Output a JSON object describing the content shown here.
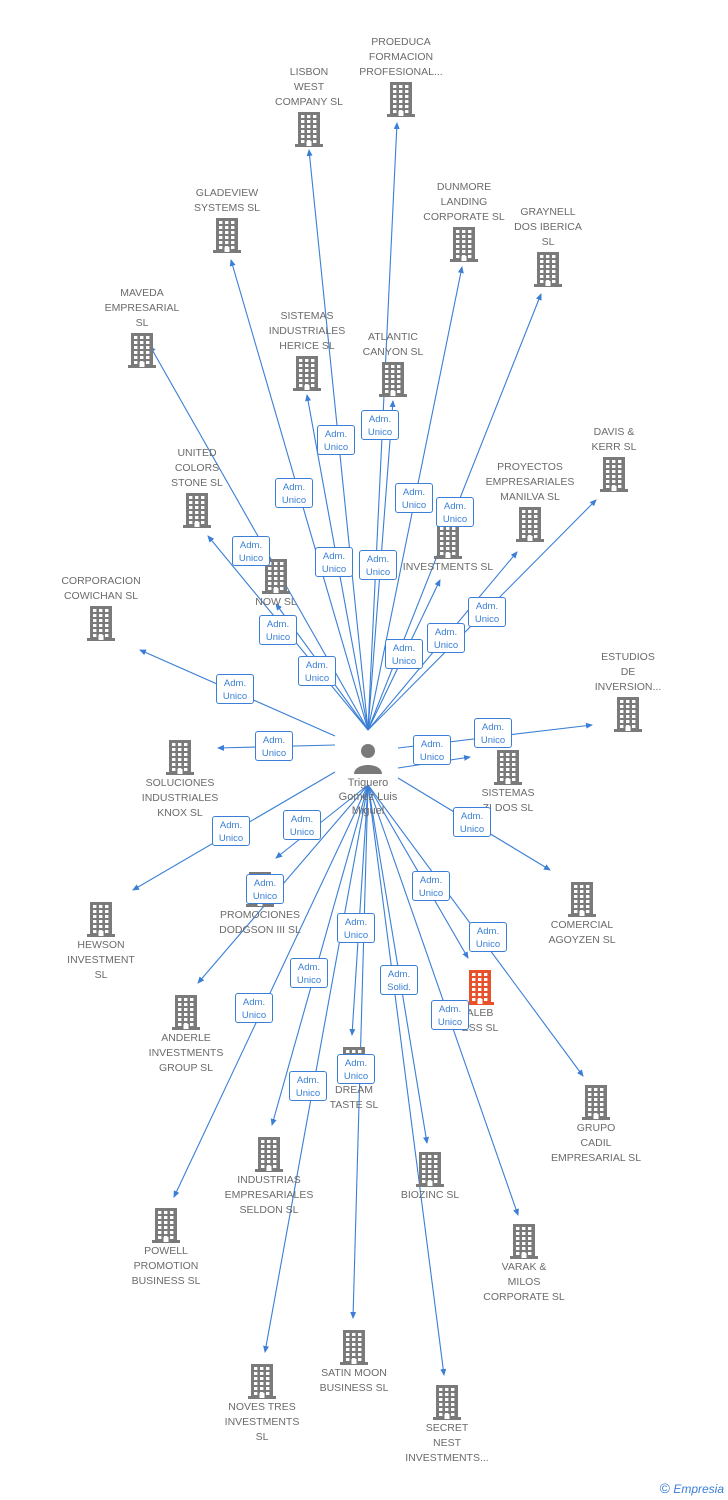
{
  "center": {
    "label": "Triguero\nGomez Luis\nMiguel",
    "icon": "person-icon"
  },
  "colors": {
    "edge": "#3a7fd5",
    "building": "#7a7a7a",
    "highlight": "#e8522a",
    "text": "#6b6b6b"
  },
  "footer": {
    "copyright": "©",
    "brand": "Empresia"
  },
  "companies": [
    {
      "id": "proeduca",
      "label": "PROEDUCA\nFORMACION\nPROFESIONAL..."
    },
    {
      "id": "lisbon",
      "label": "LISBON\nWEST\nCOMPANY SL"
    },
    {
      "id": "dunmore",
      "label": "DUNMORE\nLANDING\nCORPORATE SL"
    },
    {
      "id": "graynell",
      "label": "GRAYNELL\nDOS IBERICA\nSL"
    },
    {
      "id": "gladeview",
      "label": "GLADEVIEW\nSYSTEMS SL"
    },
    {
      "id": "maveda",
      "label": "MAVEDA\nEMPRESARIAL\nSL"
    },
    {
      "id": "sistemas_herice",
      "label": "SISTEMAS\nINDUSTRIALES\nHERICE SL"
    },
    {
      "id": "atlantic",
      "label": "ATLANTIC\nCANYON SL"
    },
    {
      "id": "davis",
      "label": "DAVIS &\nKERR SL"
    },
    {
      "id": "proyectos",
      "label": "PROYECTOS\nEMPRESARIALES\nMANILVA SL"
    },
    {
      "id": "united",
      "label": "UNITED\nCOLORS\nSTONE SL"
    },
    {
      "id": "investments3",
      "label": "INVESTMENTS SL"
    },
    {
      "id": "now",
      "label": "NOW SL"
    },
    {
      "id": "cowichan",
      "label": "CORPORACION\nCOWICHAN SL"
    },
    {
      "id": "estudios",
      "label": "ESTUDIOS\nDE\nINVERSION..."
    },
    {
      "id": "soluciones",
      "label": "SOLUCIONES\nINDUSTRIALES\nKNOX SL"
    },
    {
      "id": "sistemas2",
      "label": "SISTEMAS\nZI DOS SL"
    },
    {
      "id": "comercial",
      "label": "COMERCIAL\nAGOYZEN SL"
    },
    {
      "id": "hewson",
      "label": "HEWSON\nINVESTMENT\nSL"
    },
    {
      "id": "promociones",
      "label": "PROMOCIONES\nDODGSON III SL"
    },
    {
      "id": "caleb",
      "label": "ALEB\nESS SL"
    },
    {
      "id": "anderle",
      "label": "ANDERLE\nINVESTMENTS\nGROUP SL"
    },
    {
      "id": "dream",
      "label": "DREAM\nTASTE SL"
    },
    {
      "id": "grupo",
      "label": "GRUPO\nCADIL\nEMPRESARIAL SL"
    },
    {
      "id": "industrias",
      "label": "INDUSTRIAS\nEMPRESARIALES\nSELDON SL"
    },
    {
      "id": "biozinc",
      "label": "BIOZINC SL"
    },
    {
      "id": "powell",
      "label": "POWELL\nPROMOTION\nBUSINESS SL"
    },
    {
      "id": "varak",
      "label": "VARAK &\nMILOS\nCORPORATE SL"
    },
    {
      "id": "satin",
      "label": "SATIN MOON\nBUSINESS SL"
    },
    {
      "id": "noves",
      "label": "NOVES TRES\nINVESTMENTS\nSL"
    },
    {
      "id": "secret",
      "label": "SECRET\nNEST\nINVESTMENTS..."
    }
  ],
  "badges": [
    {
      "l1": "Adm.",
      "l2": "Unico"
    },
    {
      "l1": "Adm.",
      "l2": "Unico"
    },
    {
      "l1": "Adm.",
      "l2": "Unico"
    },
    {
      "l1": "Adm.",
      "l2": "Unico"
    },
    {
      "l1": "Adm.",
      "l2": "Unico"
    },
    {
      "l1": "Adm.",
      "l2": "Unico"
    },
    {
      "l1": "Adm.",
      "l2": "Unico"
    },
    {
      "l1": "Adm.",
      "l2": "Unico"
    },
    {
      "l1": "Adm.",
      "l2": "Unico"
    },
    {
      "l1": "Adm.",
      "l2": "Unico"
    },
    {
      "l1": "Adm.",
      "l2": "Unico"
    },
    {
      "l1": "Adm.",
      "l2": "Unico"
    },
    {
      "l1": "Adm.",
      "l2": "Unico"
    },
    {
      "l1": "Adm.",
      "l2": "Unico"
    },
    {
      "l1": "Adm.",
      "l2": "Unico"
    },
    {
      "l1": "Adm.",
      "l2": "Unico"
    },
    {
      "l1": "Adm.",
      "l2": "Unico"
    },
    {
      "l1": "Adm.",
      "l2": "Unico"
    },
    {
      "l1": "Adm.",
      "l2": "Unico"
    },
    {
      "l1": "Adm.",
      "l2": "Unico"
    },
    {
      "l1": "Adm.",
      "l2": "Unico"
    },
    {
      "l1": "Adm.",
      "l2": "Unico"
    },
    {
      "l1": "Adm.",
      "l2": "Unico"
    },
    {
      "l1": "Adm.",
      "l2": "Unico"
    },
    {
      "l1": "Adm.",
      "l2": "Solid."
    },
    {
      "l1": "Adm.",
      "l2": "Unico"
    },
    {
      "l1": "Adm.",
      "l2": "Unico"
    },
    {
      "l1": "Adm.",
      "l2": "Unico"
    },
    {
      "l1": "Adm.",
      "l2": "Unico"
    },
    {
      "l1": "Adm.",
      "l2": "Unico"
    }
  ]
}
